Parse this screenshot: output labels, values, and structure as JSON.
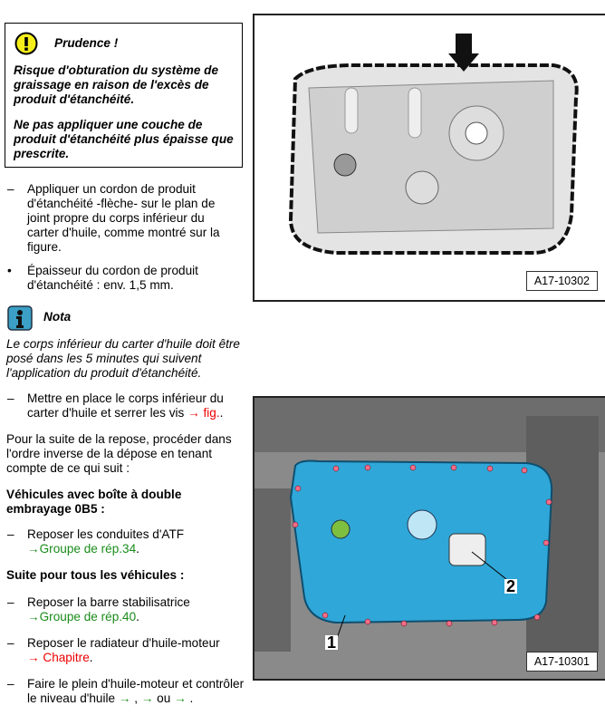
{
  "warning": {
    "icon": "exclamation-icon",
    "title": "Prudence !",
    "p1": "Risque d'obturation du système de graissage en raison de l'excès de produit d'étanchéité.",
    "p2": "Ne pas appliquer une couche de produit d'étanchéité plus épaisse que prescrite."
  },
  "step1": {
    "marker": "–",
    "text": "Appliquer un cordon de produit d'étanchéité -flèche- sur le plan de joint propre du corps inférieur du carter d'huile, comme montré sur la figure."
  },
  "bullet1": {
    "marker": "•",
    "text": "Épaisseur du cordon de produit d'étanchéité : env. 1,5 mm."
  },
  "note": {
    "icon": "info-icon",
    "title": "Nota",
    "text": "Le corps inférieur du carter d'huile doit être posé dans les 5 minutes qui suivent l'application du produit d'étanchéité."
  },
  "step2": {
    "marker": "–",
    "text": "Mettre en place le corps inférieur du carter d'huile et serrer les vis ",
    "link": "→ fig.",
    "after": "."
  },
  "para": "Pour la suite de la repose, procéder dans l'ordre inverse de la dépose en tenant compte de ce qui suit :",
  "heading1": "Véhicules avec boîte à double embrayage 0B5 :",
  "step3": {
    "marker": "–",
    "text": "Reposer les conduites d'ATF",
    "link": "→Groupe de rép.34",
    "after": "."
  },
  "heading2": "Suite pour tous les véhicules :",
  "step4": {
    "marker": "–",
    "text": "Reposer la barre stabilisatrice",
    "link": "→Groupe de rép.40",
    "after": "."
  },
  "step5": {
    "marker": "–",
    "text": "Reposer le radiateur d'huile-moteur",
    "link": "→ Chapitre",
    "after": "."
  },
  "step6": {
    "marker": "–",
    "text": "Faire le plein d'huile-moteur et contrôler le niveau d'huile ",
    "link1": "→",
    "sep1": " , ",
    "link2": "→",
    "sep2": "  ou ",
    "link3": "→",
    "after": " ."
  },
  "figure1": {
    "label": "A17-10302"
  },
  "figure2": {
    "label": "A17-10301",
    "callout1": "1",
    "callout2": "2"
  },
  "colors": {
    "link_red": "#e00000",
    "link_green": "#1a8c1a",
    "pan_blue": "#2fa7d8"
  }
}
